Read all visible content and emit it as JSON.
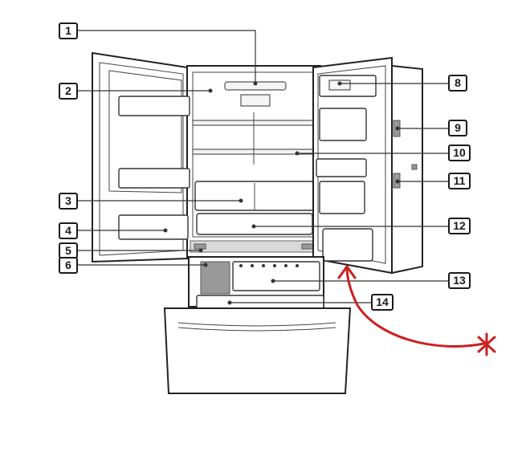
{
  "callouts": [
    "1",
    "2",
    "3",
    "4",
    "5",
    "6",
    "8",
    "9",
    "10",
    "11",
    "12",
    "13",
    "14"
  ],
  "colors": {
    "outline": "#222222",
    "annotation": "#cc1f1f",
    "background": "#ffffff"
  }
}
